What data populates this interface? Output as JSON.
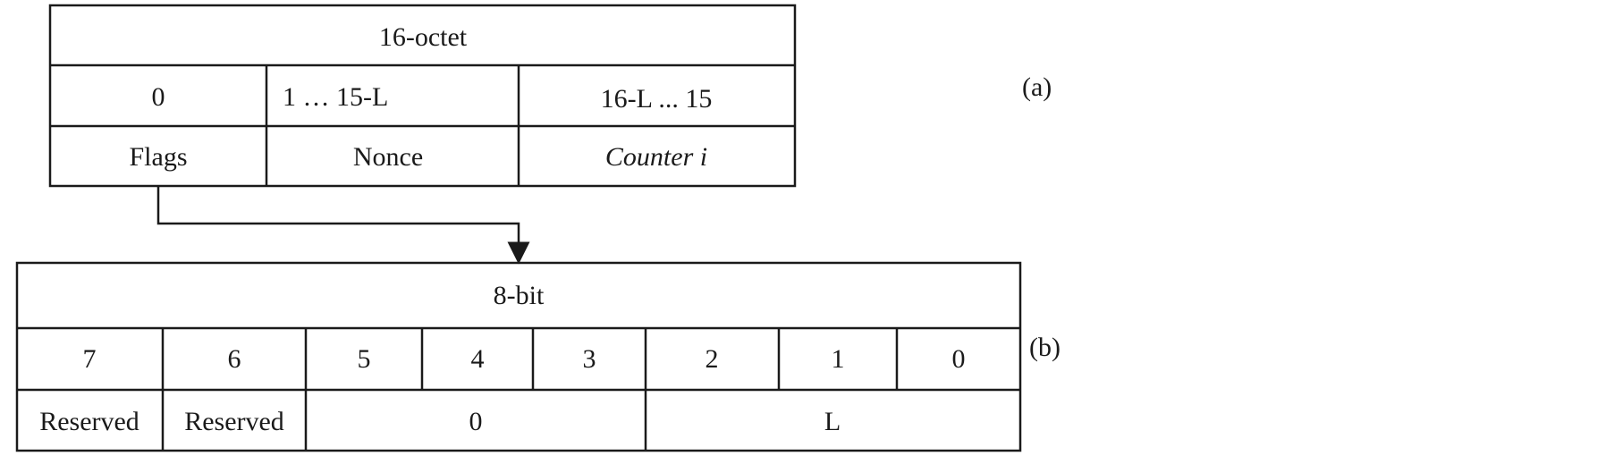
{
  "diagram_a": {
    "header": "16-octet",
    "indices": [
      "0",
      "1 … 15-L",
      "16-L ... 15"
    ],
    "fields": [
      "Flags",
      "Nonce",
      "Counter i"
    ],
    "tag": "(a)"
  },
  "diagram_b": {
    "header": "8-bit",
    "bits": [
      "7",
      "6",
      "5",
      "4",
      "3",
      "2",
      "1",
      "0"
    ],
    "fields": [
      "Reserved",
      "Reserved",
      "0",
      "L"
    ],
    "tag": "(b)"
  }
}
